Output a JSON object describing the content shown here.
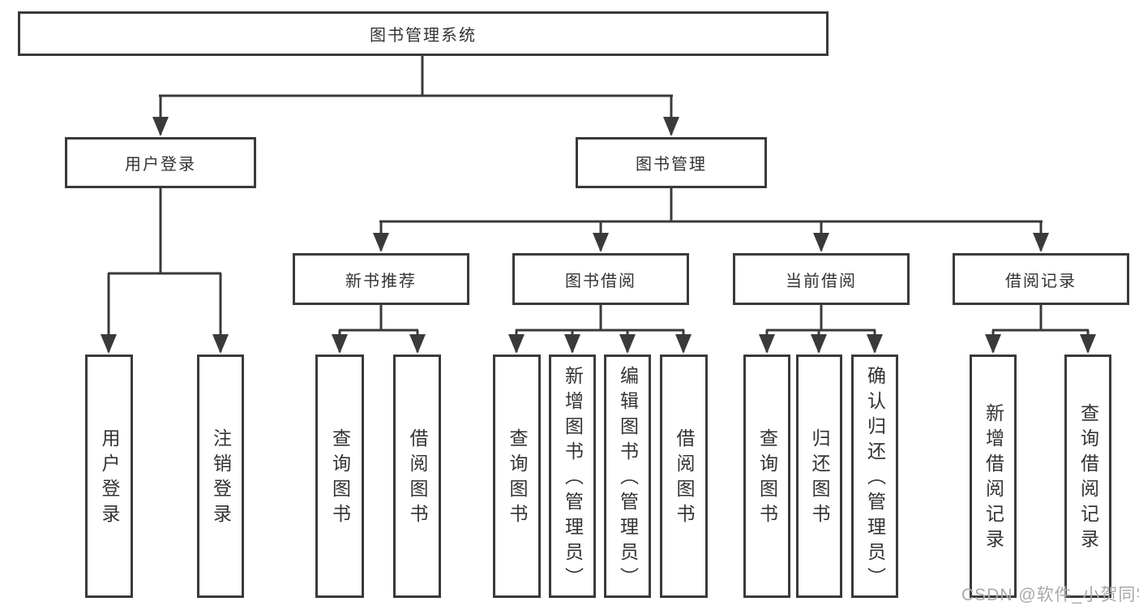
{
  "diagram": {
    "root": {
      "label": "图书管理系统"
    },
    "level2": [
      {
        "id": "user-login",
        "label": "用户登录"
      },
      {
        "id": "book-management",
        "label": "图书管理"
      }
    ],
    "level3": [
      {
        "id": "new-book-recommend",
        "parent": "图书管理",
        "label": "新书推荐"
      },
      {
        "id": "book-borrowing",
        "parent": "图书管理",
        "label": "图书借阅"
      },
      {
        "id": "current-borrowing",
        "parent": "图书管理",
        "label": "当前借阅"
      },
      {
        "id": "borrowing-records",
        "parent": "图书管理",
        "label": "借阅记录"
      }
    ],
    "leaves": [
      {
        "parent": "用户登录",
        "label": "用户登录"
      },
      {
        "parent": "用户登录",
        "label": "注销登录"
      },
      {
        "parent": "新书推荐",
        "label": "查询图书"
      },
      {
        "parent": "新书推荐",
        "label": "借阅图书"
      },
      {
        "parent": "图书借阅",
        "label": "查询图书"
      },
      {
        "parent": "图书借阅",
        "label": "新增图书（管理员）"
      },
      {
        "parent": "图书借阅",
        "label": "编辑图书（管理员）"
      },
      {
        "parent": "图书借阅",
        "label": "借阅图书"
      },
      {
        "parent": "当前借阅",
        "label": "查询图书"
      },
      {
        "parent": "当前借阅",
        "label": "归还图书"
      },
      {
        "parent": "当前借阅",
        "label": "确认归还（管理员）"
      },
      {
        "parent": "借阅记录",
        "label": "新增借阅记录"
      },
      {
        "parent": "借阅记录",
        "label": "查询借阅记录"
      }
    ]
  },
  "watermark": {
    "text": "CSDN @软件_小贺同学",
    "color": "#a9a9a9"
  },
  "colors": {
    "line": "#3a3a3a",
    "text": "#333333",
    "background": "#ffffff"
  }
}
